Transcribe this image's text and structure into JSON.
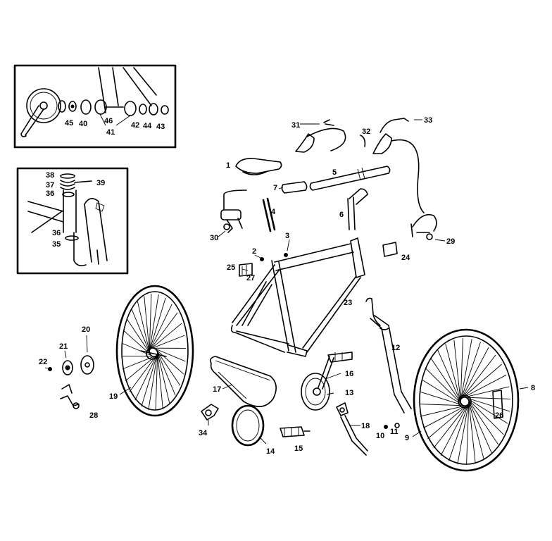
{
  "labels": {
    "p1": "1",
    "p2": "2",
    "p3": "3",
    "p4": "4",
    "p5": "5",
    "p6": "6",
    "p7": "7",
    "p8": "8",
    "p9": "9",
    "p10": "10",
    "p11": "11",
    "p12": "12",
    "p13": "13",
    "p14": "14",
    "p15": "15",
    "p16": "16",
    "p17": "17",
    "p18": "18",
    "p19": "19",
    "p20": "20",
    "p21": "21",
    "p22": "22",
    "p23": "23",
    "p24": "24",
    "p25": "25",
    "p26": "26",
    "p27": "27",
    "p28": "28",
    "p29": "29",
    "p30": "30",
    "p31": "31",
    "p32": "32",
    "p33": "33",
    "p34": "34",
    "p35": "35",
    "p36a": "36",
    "p36b": "36",
    "p37": "37",
    "p38": "38",
    "p39": "39",
    "p40": "40",
    "p41": "41",
    "p42": "42",
    "p43": "43",
    "p44": "44",
    "p45": "45",
    "p46": "46"
  }
}
